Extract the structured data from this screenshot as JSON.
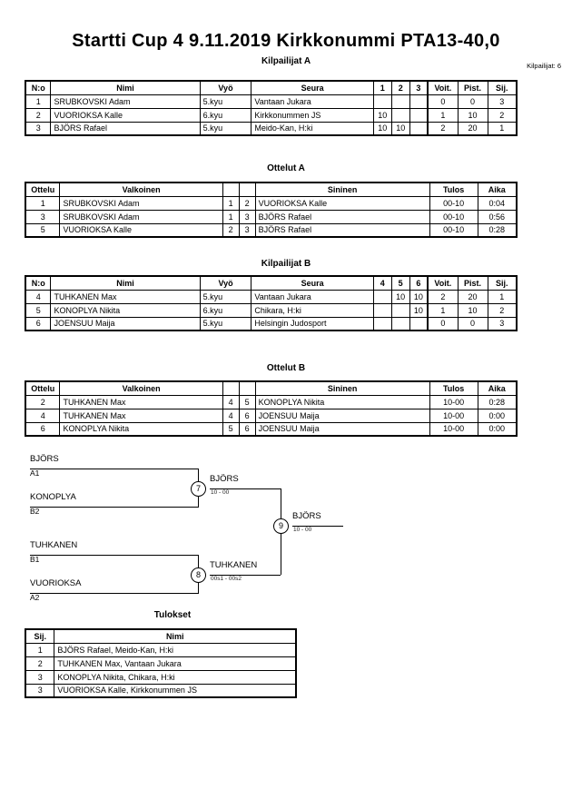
{
  "header": {
    "title": "Startti Cup 4  9.11.2019  Kirkkonummi   PTA13-40,0",
    "competitors_label": "Kilpailijat: 6"
  },
  "pool_a": {
    "heading": "Kilpailijat A",
    "columns": [
      "N:o",
      "Nimi",
      "Vyö",
      "Seura",
      "1",
      "2",
      "3",
      "Voit.",
      "Pist.",
      "Sij."
    ],
    "rows": [
      {
        "no": "1",
        "name": "SRUBKOVSKI Adam",
        "belt": "5.kyu",
        "club": "Vantaan Jukara",
        "m1": "",
        "m2": "",
        "m3": "",
        "wins": "0",
        "points": "0",
        "rank": "3"
      },
      {
        "no": "2",
        "name": "VUORIOKSA Kalle",
        "belt": "6.kyu",
        "club": "Kirkkonummen JS",
        "m1": "10",
        "m2": "",
        "m3": "",
        "wins": "1",
        "points": "10",
        "rank": "2"
      },
      {
        "no": "3",
        "name": "BJÖRS Rafael",
        "belt": "5.kyu",
        "club": "Meido-Kan, H:ki",
        "m1": "10",
        "m2": "10",
        "m3": "",
        "wins": "2",
        "points": "20",
        "rank": "1"
      }
    ]
  },
  "matches_a": {
    "heading": "Ottelut A",
    "columns": [
      "Ottelu",
      "Valkoinen",
      "",
      "",
      "Sininen",
      "Tulos",
      "Aika"
    ],
    "rows": [
      {
        "no": "1",
        "white": "SRUBKOVSKI Adam",
        "wn": "1",
        "bn": "2",
        "blue": "VUORIOKSA Kalle",
        "result": "00-10",
        "time": "0:04"
      },
      {
        "no": "3",
        "white": "SRUBKOVSKI Adam",
        "wn": "1",
        "bn": "3",
        "blue": "BJÖRS Rafael",
        "result": "00-10",
        "time": "0:56"
      },
      {
        "no": "5",
        "white": "VUORIOKSA Kalle",
        "wn": "2",
        "bn": "3",
        "blue": "BJÖRS Rafael",
        "result": "00-10",
        "time": "0:28"
      }
    ]
  },
  "pool_b": {
    "heading": "Kilpailijat B",
    "columns": [
      "N:o",
      "Nimi",
      "Vyö",
      "Seura",
      "4",
      "5",
      "6",
      "Voit.",
      "Pist.",
      "Sij."
    ],
    "rows": [
      {
        "no": "4",
        "name": "TUHKANEN Max",
        "belt": "5.kyu",
        "club": "Vantaan Jukara",
        "m1": "",
        "m2": "10",
        "m3": "10",
        "wins": "2",
        "points": "20",
        "rank": "1"
      },
      {
        "no": "5",
        "name": "KONOPLYA Nikita",
        "belt": "6.kyu",
        "club": "Chikara, H:ki",
        "m1": "",
        "m2": "",
        "m3": "10",
        "wins": "1",
        "points": "10",
        "rank": "2"
      },
      {
        "no": "6",
        "name": "JOENSUU Maija",
        "belt": "5.kyu",
        "club": "Helsingin Judosport",
        "m1": "",
        "m2": "",
        "m3": "",
        "wins": "0",
        "points": "0",
        "rank": "3"
      }
    ]
  },
  "matches_b": {
    "heading": "Ottelut B",
    "columns": [
      "Ottelu",
      "Valkoinen",
      "",
      "",
      "Sininen",
      "Tulos",
      "Aika"
    ],
    "rows": [
      {
        "no": "2",
        "white": "TUHKANEN Max",
        "wn": "4",
        "bn": "5",
        "blue": "KONOPLYA Nikita",
        "result": "10-00",
        "time": "0:28"
      },
      {
        "no": "4",
        "white": "TUHKANEN Max",
        "wn": "4",
        "bn": "6",
        "blue": "JOENSUU Maija",
        "result": "10-00",
        "time": "0:00"
      },
      {
        "no": "6",
        "white": "KONOPLYA Nikita",
        "wn": "5",
        "bn": "6",
        "blue": "JOENSUU Maija",
        "result": "10-00",
        "time": "0:00"
      }
    ]
  },
  "bracket": {
    "entries": [
      {
        "name": "BJÖRS",
        "seed": "A1"
      },
      {
        "name": "KONOPLYA",
        "seed": "B2"
      },
      {
        "name": "TUHKANEN",
        "seed": "B1"
      },
      {
        "name": "VUORIOKSA",
        "seed": "A2"
      }
    ],
    "semifinal_1": {
      "number": "7",
      "winner": "BJÖRS",
      "score": "10 - 00"
    },
    "semifinal_2": {
      "number": "8",
      "winner": "TUHKANEN",
      "score": "00s1 - 00s2"
    },
    "final": {
      "number": "9",
      "winner": "BJÖRS",
      "score": "10 - 00"
    }
  },
  "results": {
    "heading": "Tulokset",
    "columns": [
      "Sij.",
      "Nimi"
    ],
    "rows": [
      {
        "rank": "1",
        "name": "BJÖRS Rafael, Meido-Kan, H:ki"
      },
      {
        "rank": "2",
        "name": "TUHKANEN Max, Vantaan Jukara"
      },
      {
        "rank": "3",
        "name": "KONOPLYA Nikita, Chikara, H:ki"
      },
      {
        "rank": "3",
        "name": "VUORIOKSA Kalle, Kirkkonummen JS"
      }
    ]
  }
}
